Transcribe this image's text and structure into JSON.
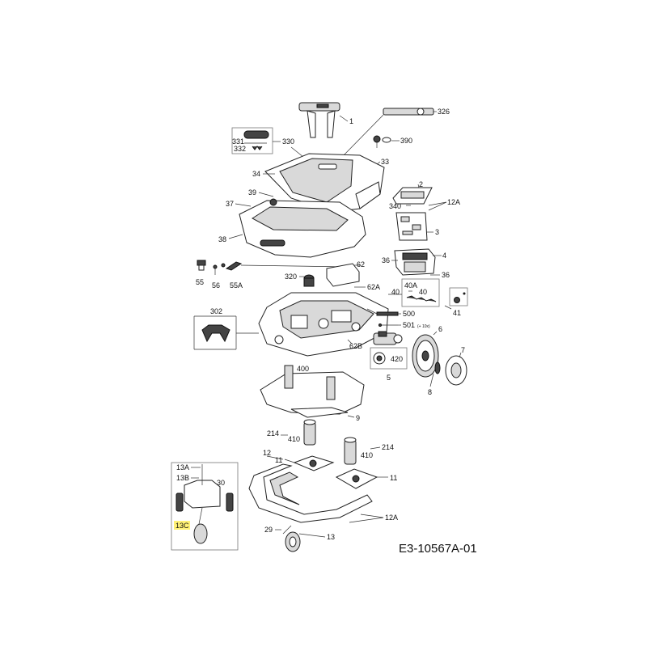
{
  "document_id": "E3-10567A-01",
  "highlight_color": "#fff176",
  "callouts": {
    "c1": "1",
    "c326": "326",
    "c331": "331",
    "c330": "330",
    "c332": "332",
    "c390": "390",
    "c34": "34",
    "c33": "33",
    "c2": "2",
    "c39": "39",
    "c37": "37",
    "c340": "340",
    "c12A_top": "12A",
    "c3": "3",
    "c38": "38",
    "c36a": "36",
    "c4": "4",
    "c36b": "36",
    "c62": "62",
    "c55": "55",
    "c56": "56",
    "c55A": "55A",
    "c320": "320",
    "c62A": "62A",
    "c40A": "40A",
    "c40a": "40",
    "c40b": "40",
    "c41": "41",
    "c302": "302",
    "c500": "500",
    "c501": "501",
    "c501_note": "(+ 10x)",
    "c6": "6",
    "c62B": "62B",
    "c420": "420",
    "c7": "7",
    "c5": "5",
    "c400": "400",
    "c8": "8",
    "c9": "9",
    "c214a": "214",
    "c410a": "410",
    "c214b": "214",
    "c410b": "410",
    "c12": "12",
    "c11a": "11",
    "c11b": "11",
    "c13A": "13A",
    "c13B": "13B",
    "c30": "30",
    "c13C": "13C",
    "c29": "29",
    "c13": "13",
    "c12A_bottom": "12A"
  }
}
